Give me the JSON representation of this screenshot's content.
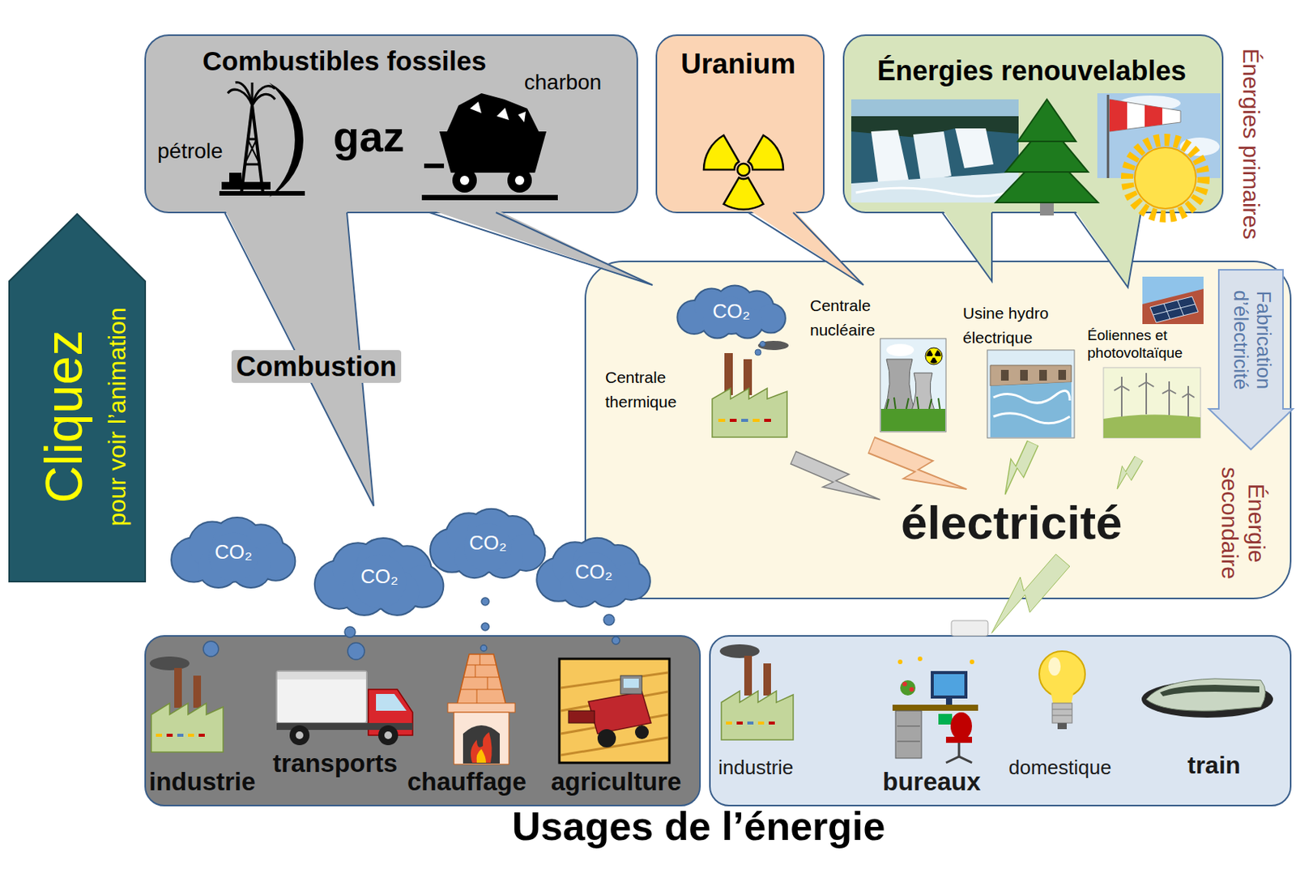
{
  "diagram": {
    "nodes": [
      {
        "text": [
          "Combustibles fossiles",
          "charbon",
          "pétrole",
          "gaz"
        ]
      },
      {
        "text": [
          "Uranium"
        ]
      },
      {
        "text": [
          "Énergies renouvelables"
        ]
      },
      {
        "text": [
          "Cliquez",
          "pour voir l’animation"
        ]
      },
      {
        "text": [
          "Centrale nucléaire",
          "Usine hydro électrique",
          "Éoliennes et photovoltaïque",
          "Centrale thermique",
          "électricité",
          "Énergie secondaire"
        ]
      },
      {
        "text": [
          "CO₂"
        ],
        "in": 4
      },
      {
        "text": [
          "Fabrication d’électricité"
        ]
      },
      {
        "text": [
          "CO₂"
        ]
      },
      {
        "text": [
          "CO₂"
        ]
      },
      {
        "text": [
          "CO₂"
        ]
      },
      {
        "text": [
          "CO₂"
        ]
      },
      {
        "text": [
          "industrie",
          "transports",
          "chauffage",
          "agriculture"
        ]
      },
      {
        "text": [
          "industrie",
          "bureaux",
          "domestique",
          "train"
        ]
      }
    ],
    "labels": [
      "Énergies primaires",
      "Combustion",
      "Usages de l’énergie"
    ]
  }
}
